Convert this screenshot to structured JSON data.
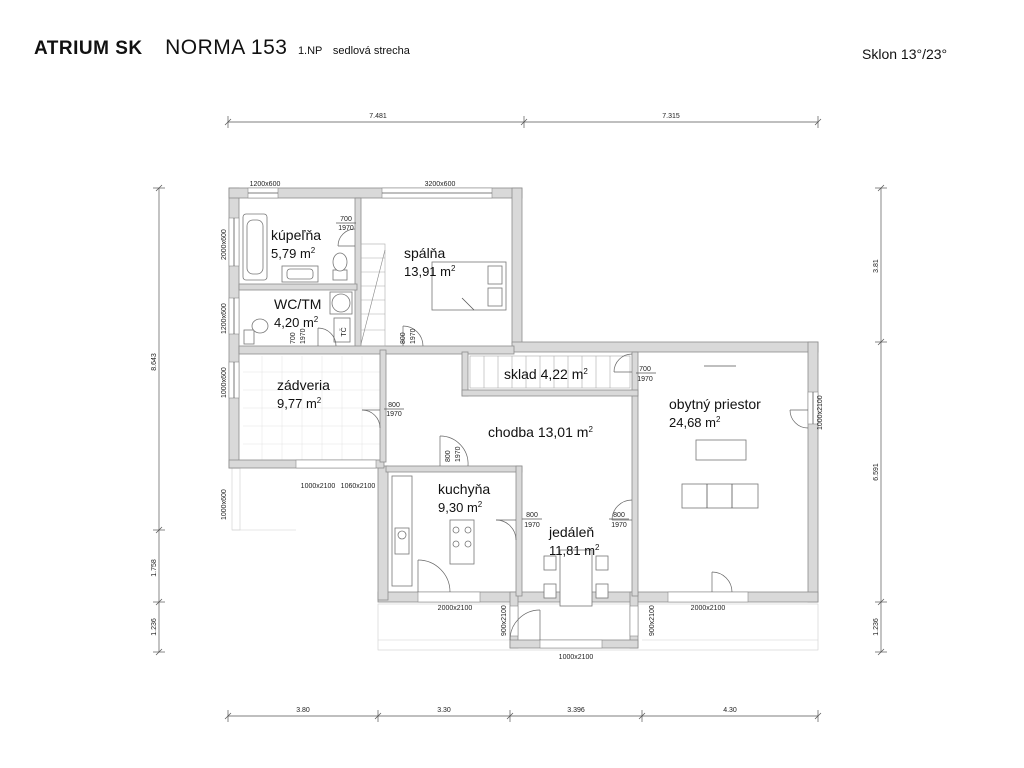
{
  "header": {
    "brand": "ATRIUM SK",
    "model": "NORMA 153",
    "floor": "1.NP",
    "roof": "sedlová strecha",
    "slope": "Sklon 13°/23°"
  },
  "rooms": [
    {
      "name": "kúpeľňa",
      "area": "5,79"
    },
    {
      "name": "spálňa",
      "area": "13,91"
    },
    {
      "name": "WC/TM",
      "area": "4,20"
    },
    {
      "name": "zádveria",
      "area": "9,77"
    },
    {
      "name": "sklad",
      "area": "4,22"
    },
    {
      "name": "chodba",
      "area": "13,01"
    },
    {
      "name": "obytný priestor",
      "area": "24,68"
    },
    {
      "name": "kuchyňa",
      "area": "9,30"
    },
    {
      "name": "jedáleň",
      "area": "11,81"
    }
  ],
  "area_unit": "m",
  "area_unit_exp": "2",
  "dimensions": {
    "top": [
      "7.481",
      "7.315"
    ],
    "bottom": [
      "3.80",
      "3.30",
      "3.396",
      "4.30"
    ],
    "left": [
      "8.643",
      "1.758",
      "1.236"
    ],
    "right": [
      "3.81",
      "6.591",
      "1.236"
    ]
  },
  "windows": {
    "w_top_left": "1200x600",
    "w_top_mid": "3200x600",
    "w_left_1": "2000x600",
    "w_left_2": "1200x600",
    "w_left_3": "1000x600",
    "w_left_4": "1000x600",
    "w_right": "1000x2100",
    "w_bot_1": "1000x2100",
    "w_bot_2": "1060x2100",
    "w_bot_3": "2000x2100",
    "w_bot_4": "2000x2100",
    "w_bot_5": "1000x2100",
    "w_side_1": "900x2100",
    "w_side_2": "900x2100"
  },
  "doors": {
    "d1_w": "700",
    "d1_h": "1970",
    "d2_w": "700",
    "d2_h": "1970",
    "d3_w": "800",
    "d3_h": "1970",
    "d4_w": "800",
    "d4_h": "1970",
    "d5_w": "700",
    "d5_h": "1970",
    "d6_w": "800",
    "d6_h": "1970",
    "d7_w": "800",
    "d7_h": "1970",
    "d8_w": "800",
    "d8_h": "1970"
  },
  "fixtures": {
    "tc": "TČ"
  }
}
